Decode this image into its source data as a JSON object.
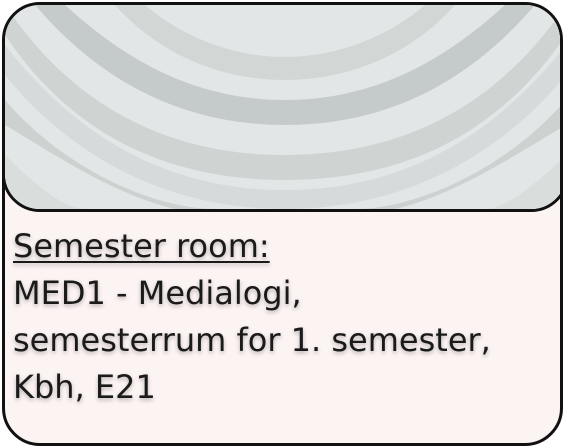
{
  "card": {
    "heading": "Semester room:",
    "lines": [
      "MED1 - Medialogi,",
      "semesterrum for 1. semester,",
      "Kbh, E21"
    ]
  },
  "colors": {
    "border": "#111111",
    "card_background": "#fcf3f3",
    "banner_base": "#dfe3e3",
    "banner_waves": "#c9cecd",
    "text": "#1a1a1a"
  }
}
